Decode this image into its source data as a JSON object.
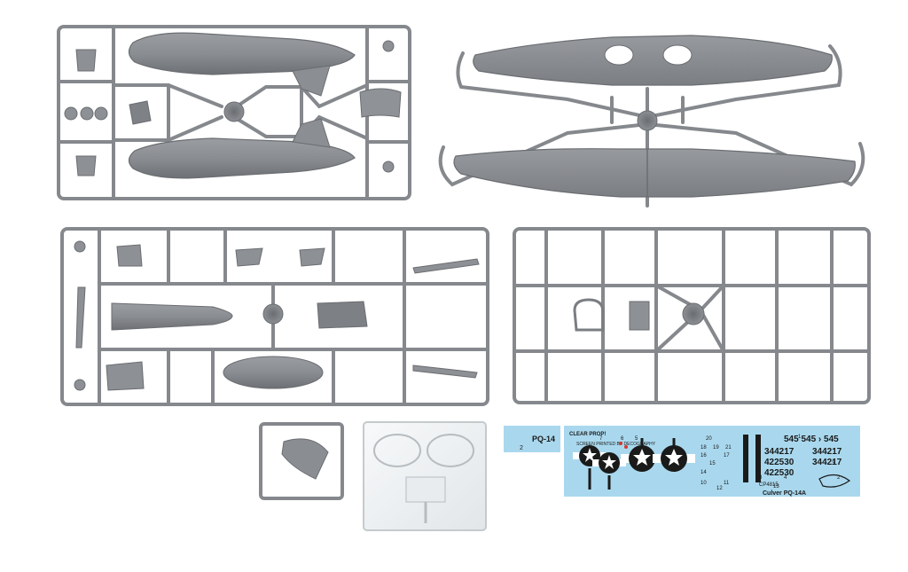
{
  "photo": {
    "subject": "plastic model kit sprues with clear parts and decal sheet",
    "background_color": "#ffffff",
    "plastic_color": "#8a8d90",
    "clear_color": "#eef1f3",
    "decal_color": "#a9d8ee"
  },
  "small_decal": {
    "label": "PQ-14",
    "number": "2"
  },
  "decal_sheet": {
    "brand": "CLEAR PROP!",
    "printer_note": "SCREEN PRINTED BY DECOGRAPHY",
    "product_code": "CP4815",
    "title": "Culver PQ-14A",
    "codes": {
      "row1": "545  545 › 545",
      "row2_left": "344217",
      "row2_right": "344217",
      "row3_left": "422530",
      "row3_right": "344217",
      "row4": "422530"
    },
    "numbers": [
      "1",
      "2",
      "3",
      "4",
      "5",
      "6",
      "7",
      "8",
      "9",
      "10",
      "11",
      "12",
      "13",
      "14",
      "15",
      "16",
      "17",
      "18",
      "19",
      "20",
      "21"
    ]
  }
}
